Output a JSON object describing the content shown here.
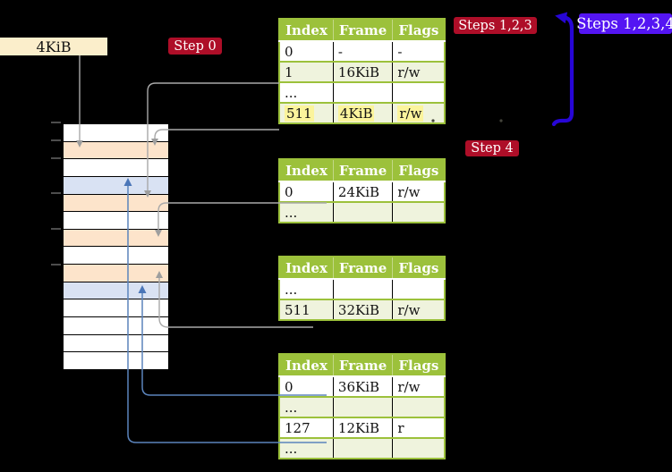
{
  "frame_size_label": "4KiB",
  "badges": {
    "step0": {
      "label": "Step 0"
    },
    "steps123": {
      "label": "Steps 1,2,3"
    },
    "steps1234": {
      "label": "Steps 1,2,3,4"
    },
    "step4": {
      "label": "Step 4"
    }
  },
  "tables": [
    {
      "name": "page-table-1",
      "headers": [
        "Index",
        "Frame",
        "Flags"
      ],
      "rows": [
        [
          "0",
          "-",
          "-"
        ],
        [
          "1",
          "16KiB",
          "r/w"
        ],
        [
          "...",
          "",
          ""
        ],
        [
          "511",
          "4KiB",
          "r/w"
        ]
      ],
      "highlight_row": 3
    },
    {
      "name": "page-table-2",
      "headers": [
        "Index",
        "Frame",
        "Flags"
      ],
      "rows": [
        [
          "0",
          "24KiB",
          "r/w"
        ],
        [
          "...",
          "",
          ""
        ]
      ],
      "highlight_row": -1
    },
    {
      "name": "page-table-3",
      "headers": [
        "Index",
        "Frame",
        "Flags"
      ],
      "rows": [
        [
          "...",
          "",
          ""
        ],
        [
          "511",
          "32KiB",
          "r/w"
        ]
      ],
      "highlight_row": -1
    },
    {
      "name": "page-table-4",
      "headers": [
        "Index",
        "Frame",
        "Flags"
      ],
      "rows": [
        [
          "0",
          "36KiB",
          "r/w"
        ],
        [
          "...",
          "",
          ""
        ],
        [
          "127",
          "12KiB",
          "r"
        ],
        [
          "...",
          "",
          ""
        ]
      ],
      "highlight_row": -1
    }
  ],
  "memory_column": {
    "cells": [
      "white",
      "peach",
      "white",
      "blue",
      "peach",
      "white",
      "peach",
      "white",
      "peach",
      "blue",
      "white",
      "white",
      "white",
      "white"
    ]
  },
  "colors": {
    "badge_red": "#AE0E28",
    "badge_violet": "#5415F3",
    "table_header_green": "#9CC13B",
    "table_row_green": "#EFF3DD",
    "highlight_yellow": "#FBF49C",
    "memory_peach": "#FDE4CB",
    "memory_blue": "#D9E2F3",
    "frame_label_cream": "#FBEECB",
    "arrow_gray": "#A9A9A9",
    "arrow_steel_blue": "#5B84BC",
    "arrow_big_blue": "#2706D6"
  }
}
